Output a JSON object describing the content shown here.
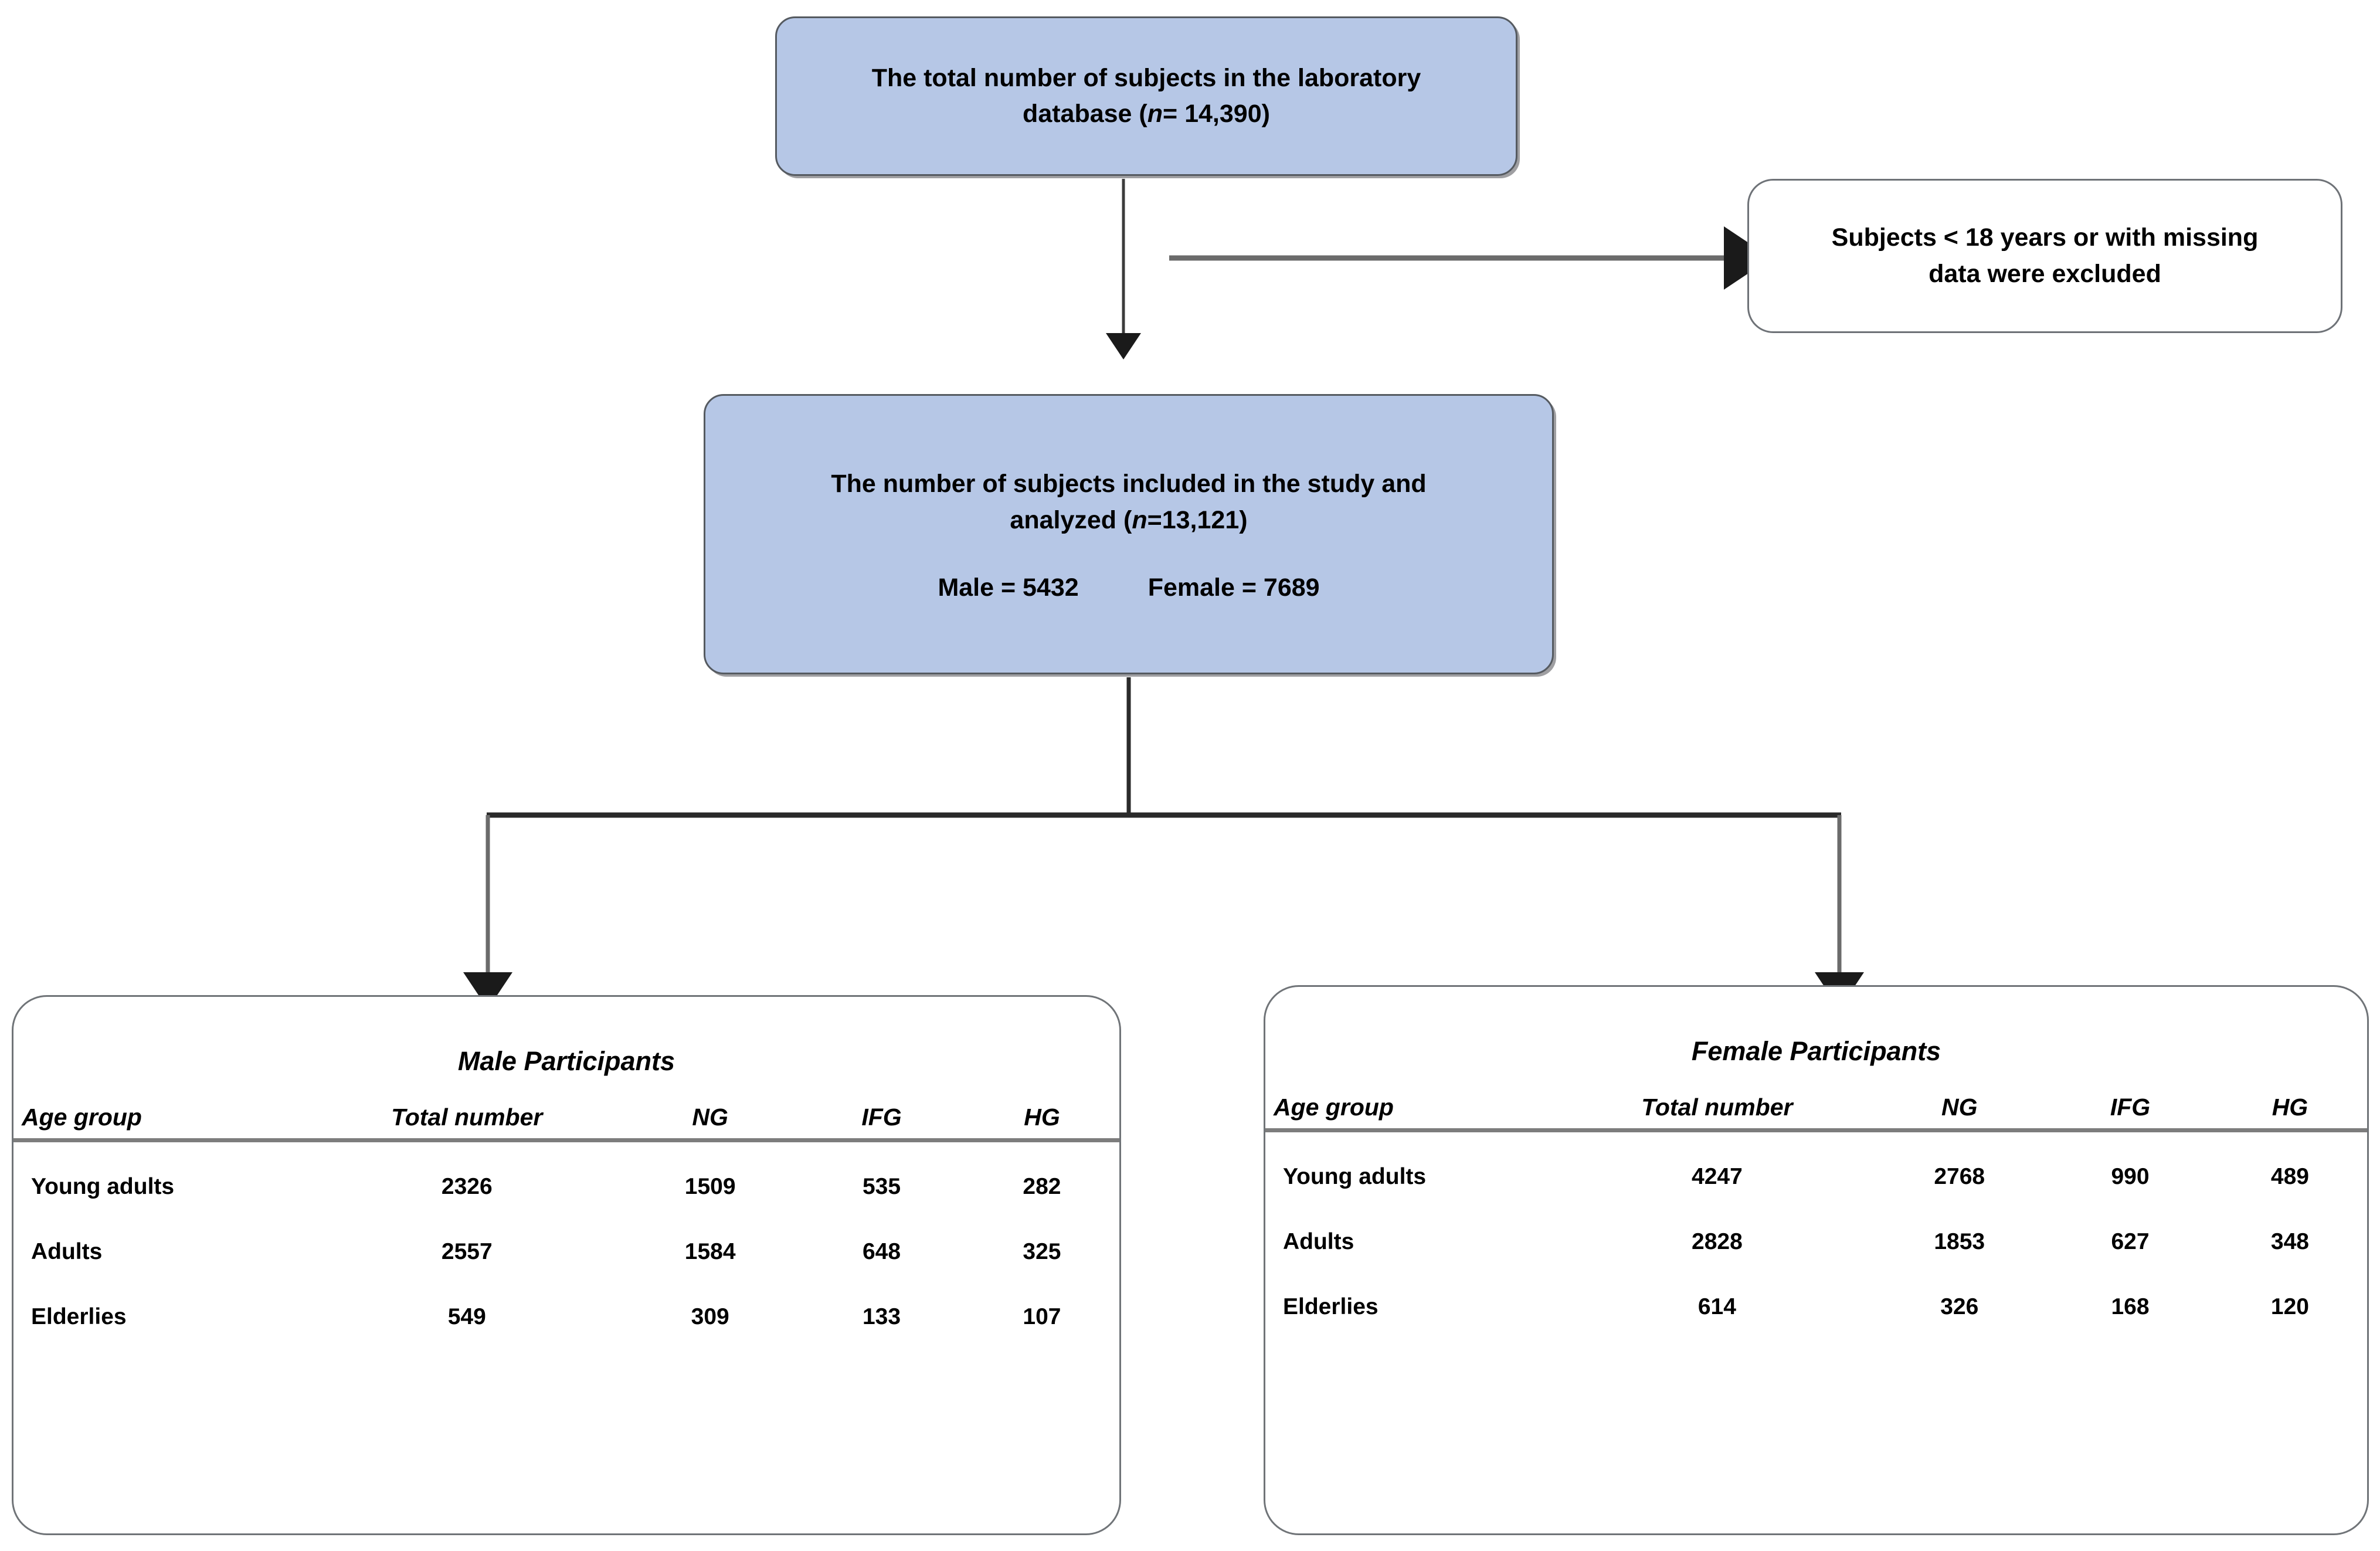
{
  "flow": {
    "total_box": {
      "line1": "The total number of subjects in the laboratory",
      "line2_pre": "database (",
      "line2_n": "n",
      "line2_post": "= 14,390)"
    },
    "excluded_box": {
      "line1": "Subjects < 18 years or with missing",
      "line2": "data were excluded"
    },
    "included_box": {
      "line1": "The number of subjects included in the study and",
      "line2_pre": "analyzed (",
      "line2_n": "n",
      "line2_post": "=13,121)",
      "male_label": "Male = 5432",
      "female_label": "Female = 7689"
    }
  },
  "panels": [
    {
      "id": "male",
      "title": "Male Participants",
      "columns": [
        "Age group",
        "Total number",
        "NG",
        "IFG",
        "HG"
      ],
      "rows": [
        {
          "age_group": "Young adults",
          "total": "2326",
          "ng": "1509",
          "ifg": "535",
          "hg": "282"
        },
        {
          "age_group": "Adults",
          "total": "2557",
          "ng": "1584",
          "ifg": "648",
          "hg": "325"
        },
        {
          "age_group": "Elderlies",
          "total": "549",
          "ng": "309",
          "ifg": "133",
          "hg": "107"
        }
      ]
    },
    {
      "id": "female",
      "title": "Female Participants",
      "columns": [
        "Age group",
        "Total number",
        "NG",
        "IFG",
        "HG"
      ],
      "rows": [
        {
          "age_group": "Young adults",
          "total": "4247",
          "ng": "2768",
          "ifg": "990",
          "hg": "489"
        },
        {
          "age_group": "Adults",
          "total": "2828",
          "ng": "1853",
          "ifg": "627",
          "hg": "348"
        },
        {
          "age_group": "Elderlies",
          "total": "614",
          "ng": "326",
          "ifg": "168",
          "hg": "120"
        }
      ]
    }
  ],
  "colors": {
    "box_fill_blue": "#b6c7e6",
    "box_border": "#555a60",
    "connector": "#6b6b6b",
    "table_rule": "#7d7d7d",
    "background": "#ffffff"
  }
}
